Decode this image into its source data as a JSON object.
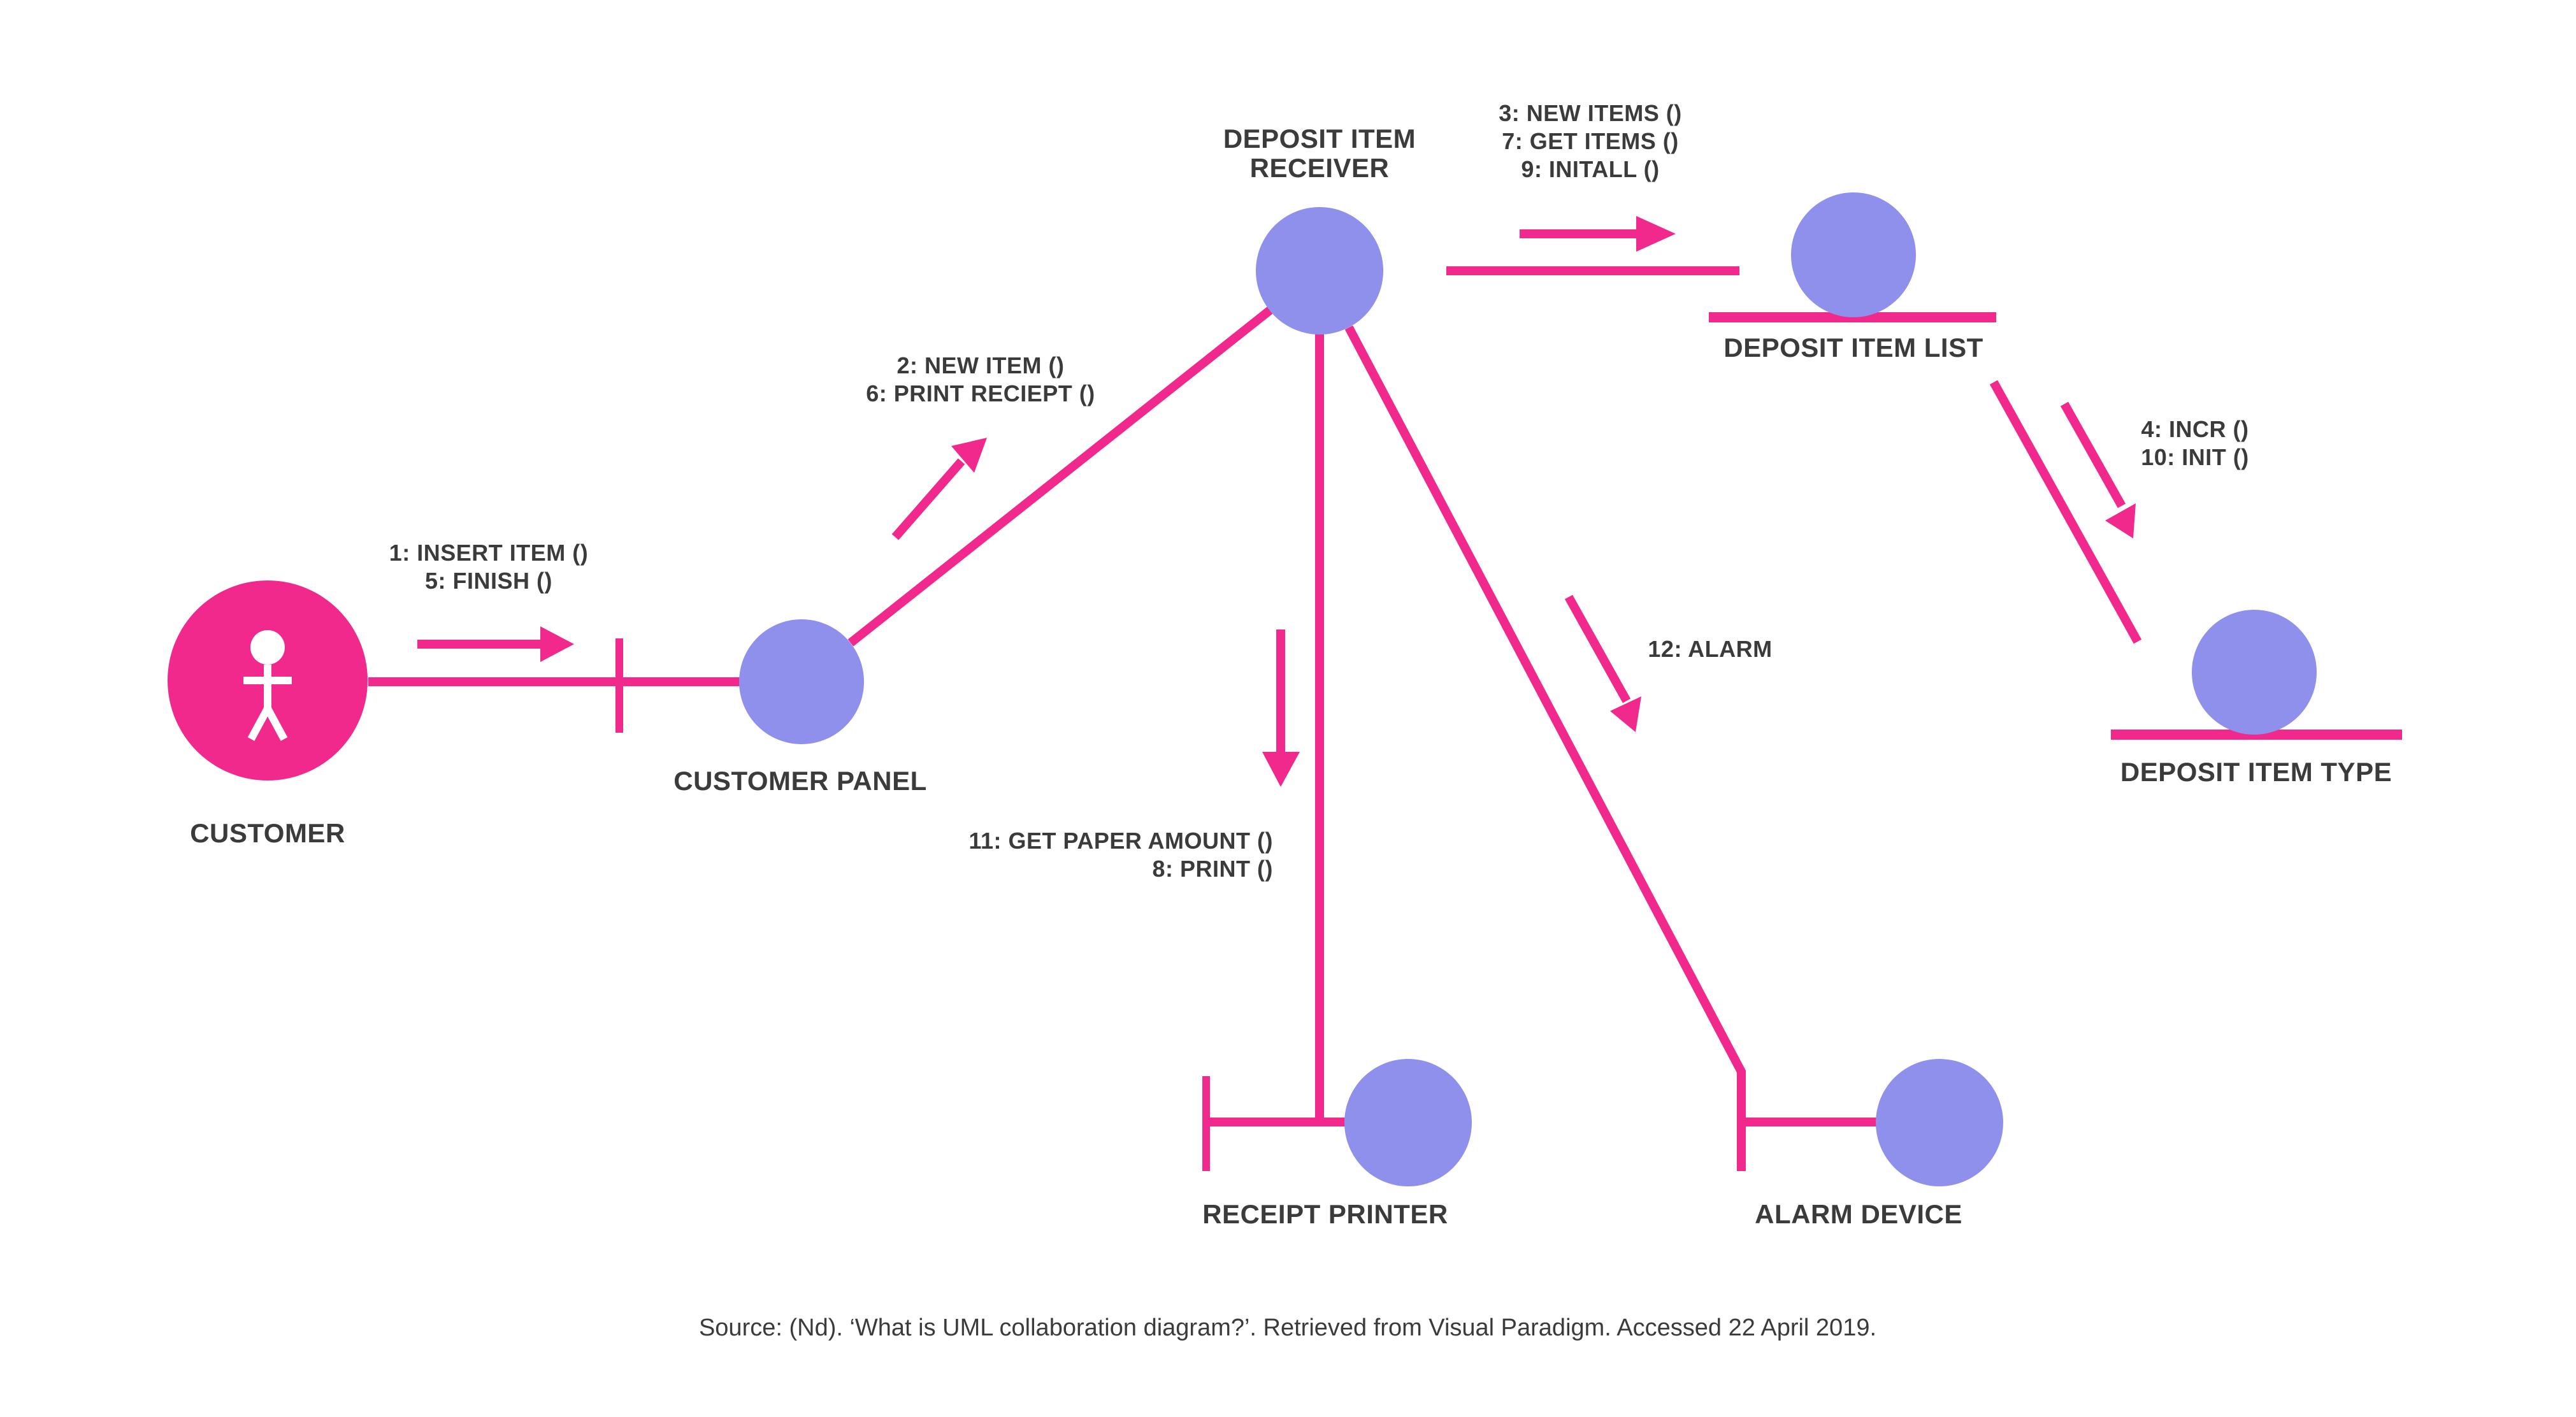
{
  "diagram": {
    "colors": {
      "pink": "#F1298D",
      "blue": "#8F8FEC",
      "text": "#3B3B3B",
      "background": "#FFFFFF"
    },
    "nodes": {
      "customer": {
        "label": "CUSTOMER"
      },
      "customer_panel": {
        "label": "CUSTOMER PANEL"
      },
      "deposit_item_receiver": {
        "label": [
          "DEPOSIT ITEM",
          "RECEIVER"
        ]
      },
      "deposit_item_list": {
        "label": "DEPOSIT ITEM LIST"
      },
      "deposit_item_type": {
        "label": "DEPOSIT ITEM TYPE"
      },
      "receipt_printer": {
        "label": "RECEIPT PRINTER"
      },
      "alarm_device": {
        "label": "ALARM DEVICE"
      }
    },
    "messages": {
      "insert_item": {
        "lines": [
          "1: INSERT ITEM ()",
          "5: FINISH ()"
        ]
      },
      "new_item": {
        "lines": [
          "2: NEW ITEM ()",
          "6: PRINT RECIEPT ()"
        ]
      },
      "new_items": {
        "lines": [
          "3: NEW ITEMS ()",
          "7: GET ITEMS ()",
          "9: INITALL ()"
        ]
      },
      "incr_init": {
        "lines": [
          "4: INCR ()",
          "10: INIT ()"
        ]
      },
      "get_paper": {
        "lines": [
          "11: GET PAPER AMOUNT ()",
          "8: PRINT ()"
        ]
      },
      "alarm": {
        "lines": [
          "12: ALARM"
        ]
      }
    },
    "source_citation": "Source: (Nd). ‘What is UML collaboration diagram?’. Retrieved from Visual Paradigm. Accessed 22 April 2019."
  }
}
